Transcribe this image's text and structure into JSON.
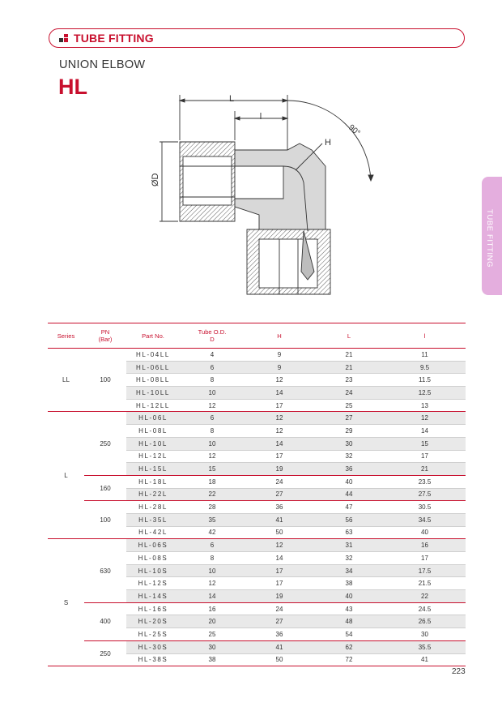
{
  "header": {
    "title": "TUBE FITTING",
    "accent_color": "#c8102e",
    "icon": "squares-icon"
  },
  "product": {
    "subtitle": "UNION ELBOW",
    "model": "HL"
  },
  "side_tab": {
    "label": "TUBE FITTING",
    "color": "#e4aede"
  },
  "drawing": {
    "label_L": "L",
    "label_l": "l",
    "label_angle": "90°",
    "label_H": "H",
    "label_D": "ØD"
  },
  "table": {
    "headers": {
      "series": "Series",
      "pn_1": "PN",
      "pn_2": "(Bar)",
      "part": "Part No.",
      "od_1": "Tube O.D.",
      "od_2": "D",
      "h": "H",
      "l_big": "L",
      "l_small": "l"
    },
    "rows": [
      {
        "series": "LL",
        "pn": "100",
        "part": "HL-04LL",
        "d": "4",
        "h": "9",
        "L": "21",
        "l": "11"
      },
      {
        "series": "LL",
        "pn": "100",
        "part": "HL-06LL",
        "d": "6",
        "h": "9",
        "L": "21",
        "l": "9.5"
      },
      {
        "series": "LL",
        "pn": "100",
        "part": "HL-08LL",
        "d": "8",
        "h": "12",
        "L": "23",
        "l": "11.5"
      },
      {
        "series": "LL",
        "pn": "100",
        "part": "HL-10LL",
        "d": "10",
        "h": "14",
        "L": "24",
        "l": "12.5"
      },
      {
        "series": "LL",
        "pn": "100",
        "part": "HL-12LL",
        "d": "12",
        "h": "17",
        "L": "25",
        "l": "13"
      },
      {
        "series": "L",
        "pn": "250",
        "part": "HL-06L",
        "d": "6",
        "h": "12",
        "L": "27",
        "l": "12"
      },
      {
        "series": "L",
        "pn": "250",
        "part": "HL-08L",
        "d": "8",
        "h": "12",
        "L": "29",
        "l": "14"
      },
      {
        "series": "L",
        "pn": "250",
        "part": "HL-10L",
        "d": "10",
        "h": "14",
        "L": "30",
        "l": "15"
      },
      {
        "series": "L",
        "pn": "250",
        "part": "HL-12L",
        "d": "12",
        "h": "17",
        "L": "32",
        "l": "17"
      },
      {
        "series": "L",
        "pn": "250",
        "part": "HL-15L",
        "d": "15",
        "h": "19",
        "L": "36",
        "l": "21"
      },
      {
        "series": "L",
        "pn": "160",
        "part": "HL-18L",
        "d": "18",
        "h": "24",
        "L": "40",
        "l": "23.5"
      },
      {
        "series": "L",
        "pn": "160",
        "part": "HL-22L",
        "d": "22",
        "h": "27",
        "L": "44",
        "l": "27.5"
      },
      {
        "series": "L",
        "pn": "100",
        "part": "HL-28L",
        "d": "28",
        "h": "36",
        "L": "47",
        "l": "30.5"
      },
      {
        "series": "L",
        "pn": "100",
        "part": "HL-35L",
        "d": "35",
        "h": "41",
        "L": "56",
        "l": "34.5"
      },
      {
        "series": "L",
        "pn": "100",
        "part": "HL-42L",
        "d": "42",
        "h": "50",
        "L": "63",
        "l": "40"
      },
      {
        "series": "S",
        "pn": "630",
        "part": "HL-06S",
        "d": "6",
        "h": "12",
        "L": "31",
        "l": "16"
      },
      {
        "series": "S",
        "pn": "630",
        "part": "HL-08S",
        "d": "8",
        "h": "14",
        "L": "32",
        "l": "17"
      },
      {
        "series": "S",
        "pn": "630",
        "part": "HL-10S",
        "d": "10",
        "h": "17",
        "L": "34",
        "l": "17.5"
      },
      {
        "series": "S",
        "pn": "630",
        "part": "HL-12S",
        "d": "12",
        "h": "17",
        "L": "38",
        "l": "21.5"
      },
      {
        "series": "S",
        "pn": "630",
        "part": "HL-14S",
        "d": "14",
        "h": "19",
        "L": "40",
        "l": "22"
      },
      {
        "series": "S",
        "pn": "400",
        "part": "HL-16S",
        "d": "16",
        "h": "24",
        "L": "43",
        "l": "24.5"
      },
      {
        "series": "S",
        "pn": "400",
        "part": "HL-20S",
        "d": "20",
        "h": "27",
        "L": "48",
        "l": "26.5"
      },
      {
        "series": "S",
        "pn": "400",
        "part": "HL-25S",
        "d": "25",
        "h": "36",
        "L": "54",
        "l": "30"
      },
      {
        "series": "S",
        "pn": "250",
        "part": "HL-30S",
        "d": "30",
        "h": "41",
        "L": "62",
        "l": "35.5"
      },
      {
        "series": "S",
        "pn": "250",
        "part": "HL-38S",
        "d": "38",
        "h": "50",
        "L": "72",
        "l": "41"
      }
    ]
  },
  "page_number": "223"
}
